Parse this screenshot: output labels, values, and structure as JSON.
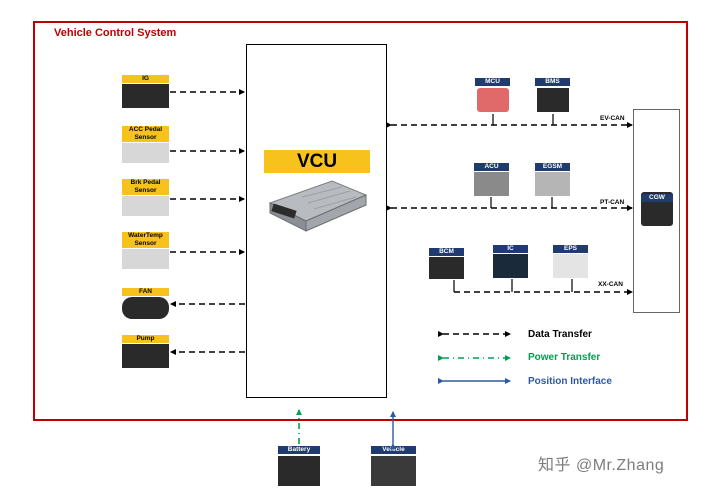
{
  "diagram": {
    "title": "Vehicle Control System",
    "vcu_label": "VCU",
    "cgw_label": "CGW",
    "inputs": [
      {
        "label": "IG"
      },
      {
        "label": "ACC Pedal Sensor",
        "line1": "ACC Pedal",
        "line2": "Sensor"
      },
      {
        "label": "Brk Pedal Sensor",
        "line1": "Brk Pedal",
        "line2": "Sensor"
      },
      {
        "label": "WaterTemp Sensor",
        "line1": "WaterTemp",
        "line2": "Sensor"
      }
    ],
    "outputs": [
      {
        "label": "FAN"
      },
      {
        "label": "Pump"
      }
    ],
    "ev_can": {
      "label": "EV-CAN",
      "nodes": [
        "MCU",
        "BMS"
      ]
    },
    "pt_can": {
      "label": "PT-CAN",
      "nodes": [
        "ACU",
        "EGSM"
      ]
    },
    "xx_can": {
      "label": "XX-CAN",
      "nodes": [
        "BCM",
        "IC",
        "EPS"
      ]
    },
    "bottom": {
      "battery": "Battery",
      "vehicle": "Vehicle"
    },
    "legend": {
      "data": "Data Transfer",
      "power": "Power Transfer",
      "position": "Position Interface"
    },
    "colors": {
      "frame": "#c00000",
      "title": "#c00000",
      "tag_yellow": "#f7c21b",
      "tag_blue": "#1f3b70",
      "data_line": "#000000",
      "power_line": "#00a050",
      "position_line": "#2e5aa0"
    }
  },
  "watermark": "知乎 @Mr.Zhang"
}
